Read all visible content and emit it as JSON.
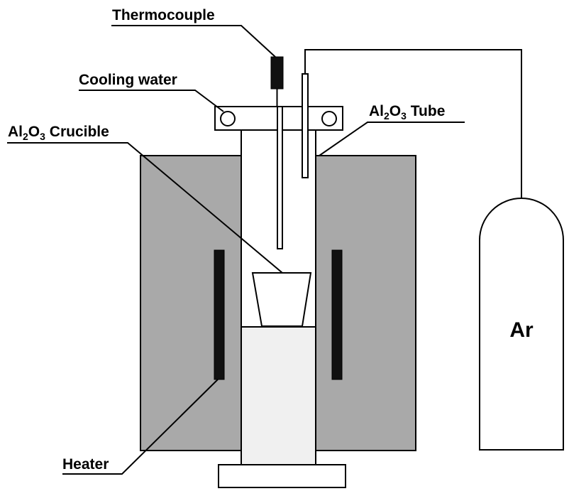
{
  "labels": {
    "thermocouple": "Thermocouple",
    "cooling_water": "Cooling water",
    "tube_pre": "Al",
    "tube_sub": "2",
    "tube_mid": "O",
    "tube_sub2": "3",
    "tube_post": " Tube",
    "crucible_pre": "Al",
    "crucible_sub": "2",
    "crucible_mid": "O",
    "crucible_sub2": "3",
    "crucible_post": " Crucible",
    "heater": "Heater",
    "gas": "Ar"
  },
  "colors": {
    "furnace": "#a9a9a9",
    "pedestal": "#f0f0f0",
    "line": "#000000",
    "background": "#ffffff"
  }
}
